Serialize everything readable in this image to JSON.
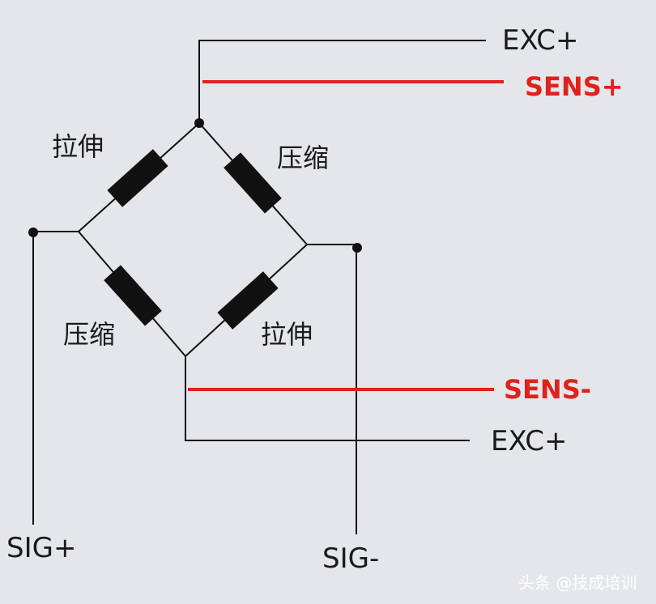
{
  "colors": {
    "background": "#e4e6ea",
    "wire": "#111111",
    "sense_wire": "#e0211c",
    "resistor": "#111111",
    "watermark": "#ffffff"
  },
  "labels": {
    "exc_top": "EXC+",
    "sens_plus": "SENS+",
    "sens_minus": "SENS-",
    "exc_bottom": "EXC+",
    "sig_plus": "SIG+",
    "sig_minus": "SIG-",
    "gauge_top_left": "拉伸",
    "gauge_top_right": "压缩",
    "gauge_bottom_left": "压缩",
    "gauge_bottom_right": "拉伸"
  },
  "watermark": "头条 @技成培训"
}
